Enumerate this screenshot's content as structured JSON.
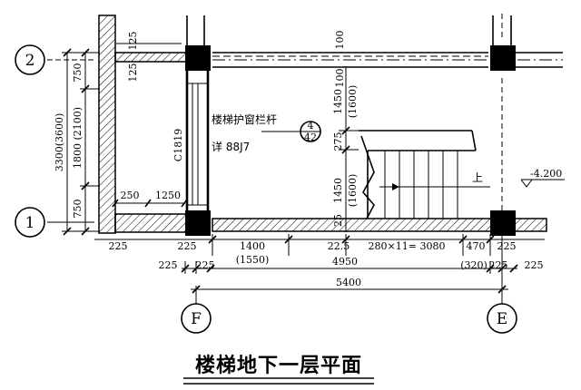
{
  "axes": {
    "axis_2": "2",
    "axis_1": "1",
    "axis_F": "F",
    "axis_E": "E"
  },
  "left_dims": {
    "overall": "3300(3600)",
    "middle": "1800 (2100)",
    "top": "750",
    "bottom": "750"
  },
  "top_marks": {
    "d125_a": "125",
    "d125_b": "125",
    "d100_a": "100",
    "d100_b": "100"
  },
  "interior": {
    "d250": "250",
    "d1250": "1250",
    "window_code": "C1819",
    "rail_label": "楼梯护窗栏杆",
    "detail_label": "详 88J7",
    "detail_num": "4",
    "detail_sheet": "42",
    "stair_up": "上",
    "level": "-4.200"
  },
  "stair_dims": {
    "d1450_top": "1450",
    "d1600_top": "(1600)",
    "d275": "275",
    "d1450_bot": "1450",
    "d1600_bot": "(1600)",
    "d25": "25"
  },
  "bottom_dims": {
    "d225_left": "225",
    "d225_a": "225",
    "d1400": "1400",
    "d1550": "(1550)",
    "d22_5": "22.5",
    "steps": "280×11= 3080",
    "d470": "470",
    "d225_b": "225",
    "d225_c": "225",
    "d225_d": "225",
    "d4950": "4950",
    "d320": "(320)",
    "d225_e": "225",
    "d225_f": "225",
    "d5400": "5400"
  },
  "title": "楼梯地下一层平面"
}
